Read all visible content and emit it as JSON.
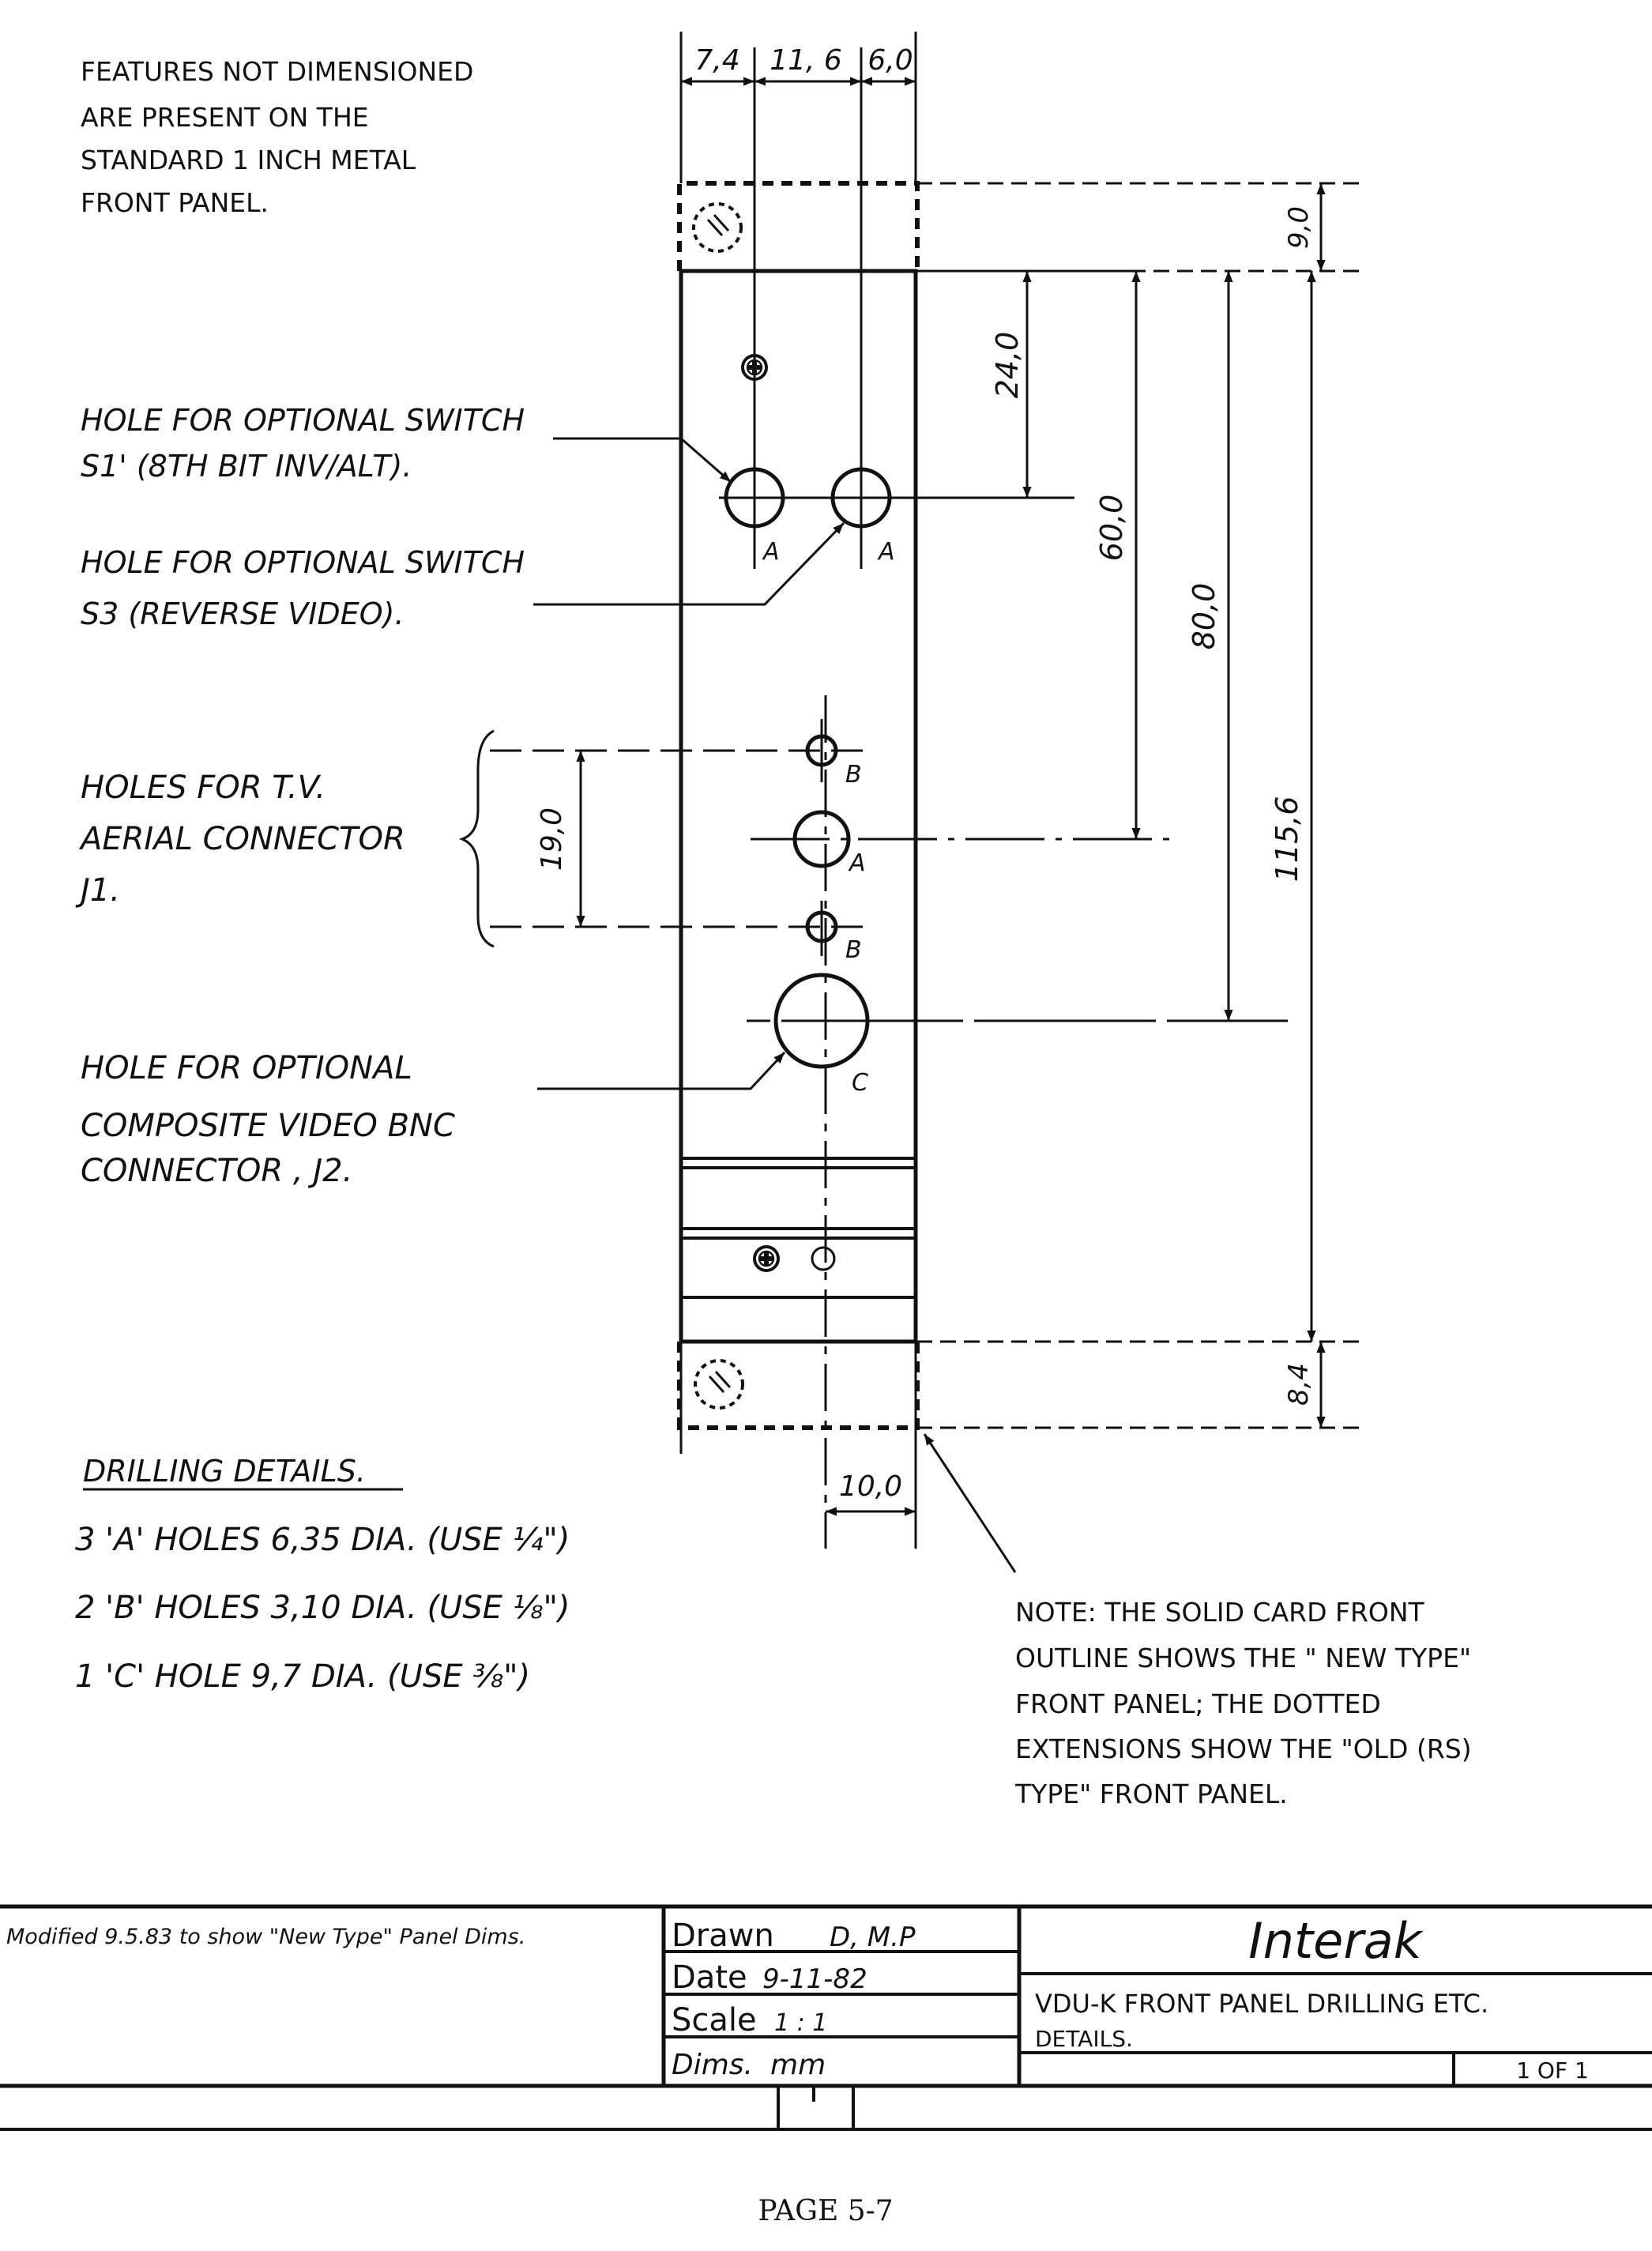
{
  "notes": {
    "features": [
      "FEATURES NOT DIMENSIONED",
      "ARE PRESENT ON THE",
      "STANDARD 1 INCH  METAL",
      "FRONT  PANEL."
    ],
    "switch_s1": [
      "HOLE FOR OPTIONAL SWITCH",
      "S1' (8TH BIT INV/ALT)."
    ],
    "switch_s3": [
      "HOLE FOR OPTIONAL SWITCH",
      "S3  (REVERSE VIDEO)."
    ],
    "tv_aerial": [
      "HOLES  FOR  T.V.",
      "AERIAL  CONNECTOR",
      "J1."
    ],
    "bnc": [
      "HOLE  FOR  OPTIONAL",
      "COMPOSITE  VIDEO  BNC",
      "CONNECTOR ,  J2."
    ],
    "drilling_title": "DRILLING  DETAILS.",
    "drilling_lines": [
      "3  'A'  HOLES  6,35  DIA. (USE ¼\")",
      "2  'B'  HOLES  3,10  DIA. (USE ⅛\")",
      "1  'C'  HOLE   9,7  DIA. (USE ⅜\")"
    ],
    "outline_note": [
      "NOTE:  THE SOLID CARD FRONT",
      "OUTLINE SHOWS THE \" NEW TYPE\"",
      "FRONT PANEL;  THE DOTTED",
      "EXTENSIONS  SHOW  THE  \"OLD (RS)",
      "TYPE\"  FRONT PANEL."
    ]
  },
  "dimensions": {
    "top_a": "7,4",
    "top_b": "11, 6",
    "top_c": "6,0",
    "d24": "24,0",
    "d60": "60,0",
    "d80": "80,0",
    "d115": "115,6",
    "d9": "9,0",
    "d8": "8,4",
    "d19": "19,0",
    "d10": "10,0"
  },
  "hole_labels": {
    "a1": "A",
    "a2": "A",
    "a3": "A",
    "b1": "B",
    "b2": "B",
    "c": "C"
  },
  "title_block": {
    "modified": "Modified 9.5.83 to show \"New Type\" Panel Dims.",
    "drawn_label": "Drawn",
    "drawn_value": "D, M.P",
    "date_label": "Date",
    "date_value": "9-11-82",
    "scale_label": "Scale",
    "scale_value": "1 : 1",
    "dims_label": "Dims.",
    "dims_value": "mm",
    "company": "Interak",
    "title_line1": "VDU-K  FRONT  PANEL  DRILLING  ETC.",
    "title_line2": "DETAILS.",
    "sheet": "1  OF  1"
  },
  "page_label": "PAGE 5-7"
}
